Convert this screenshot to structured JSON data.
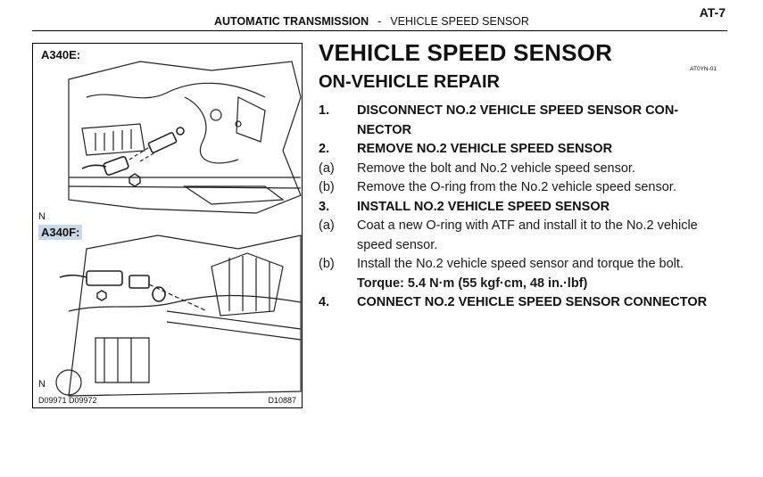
{
  "header": {
    "section": "AUTOMATIC TRANSMISSION",
    "separator": "-",
    "topic": "VEHICLE SPEED SENSOR",
    "page": "AT-7"
  },
  "figure": {
    "label_top": "A340E:",
    "label_bottom": "A340F:",
    "north_top": "N",
    "north_bottom": "N",
    "ref_left": "D09971  D09972",
    "ref_right": "D10887"
  },
  "content": {
    "title": "VEHICLE SPEED SENSOR",
    "code": "AT0YN-01",
    "subtitle": "ON-VEHICLE  REPAIR",
    "steps": [
      {
        "num": "1.",
        "text": "DISCONNECT NO.2 VEHICLE SPEED SENSOR CON-NECTOR"
      },
      {
        "num": "2.",
        "text": "REMOVE NO.2 VEHICLE SPEED SENSOR"
      },
      {
        "num": "(a)",
        "text": "Remove the bolt and No.2 vehicle speed sensor."
      },
      {
        "num": "(b)",
        "text": "Remove the O-ring from the No.2 vehicle speed sensor."
      },
      {
        "num": "3.",
        "text": "INSTALL NO.2 VEHICLE SPEED SENSOR"
      },
      {
        "num": "(a)",
        "text": "Coat a new O-ring with ATF and install it to the No.2 vehicle speed sensor."
      },
      {
        "num": "(b)",
        "text": "Install the No.2 vehicle speed sensor and torque the bolt."
      },
      {
        "num": "",
        "text": "Torque: 5.4 N·m (55 kgf·cm, 48 in.·lbf)"
      },
      {
        "num": "4.",
        "text": "CONNECT NO.2 VEHICLE SPEED SENSOR CONNECTOR"
      }
    ]
  }
}
